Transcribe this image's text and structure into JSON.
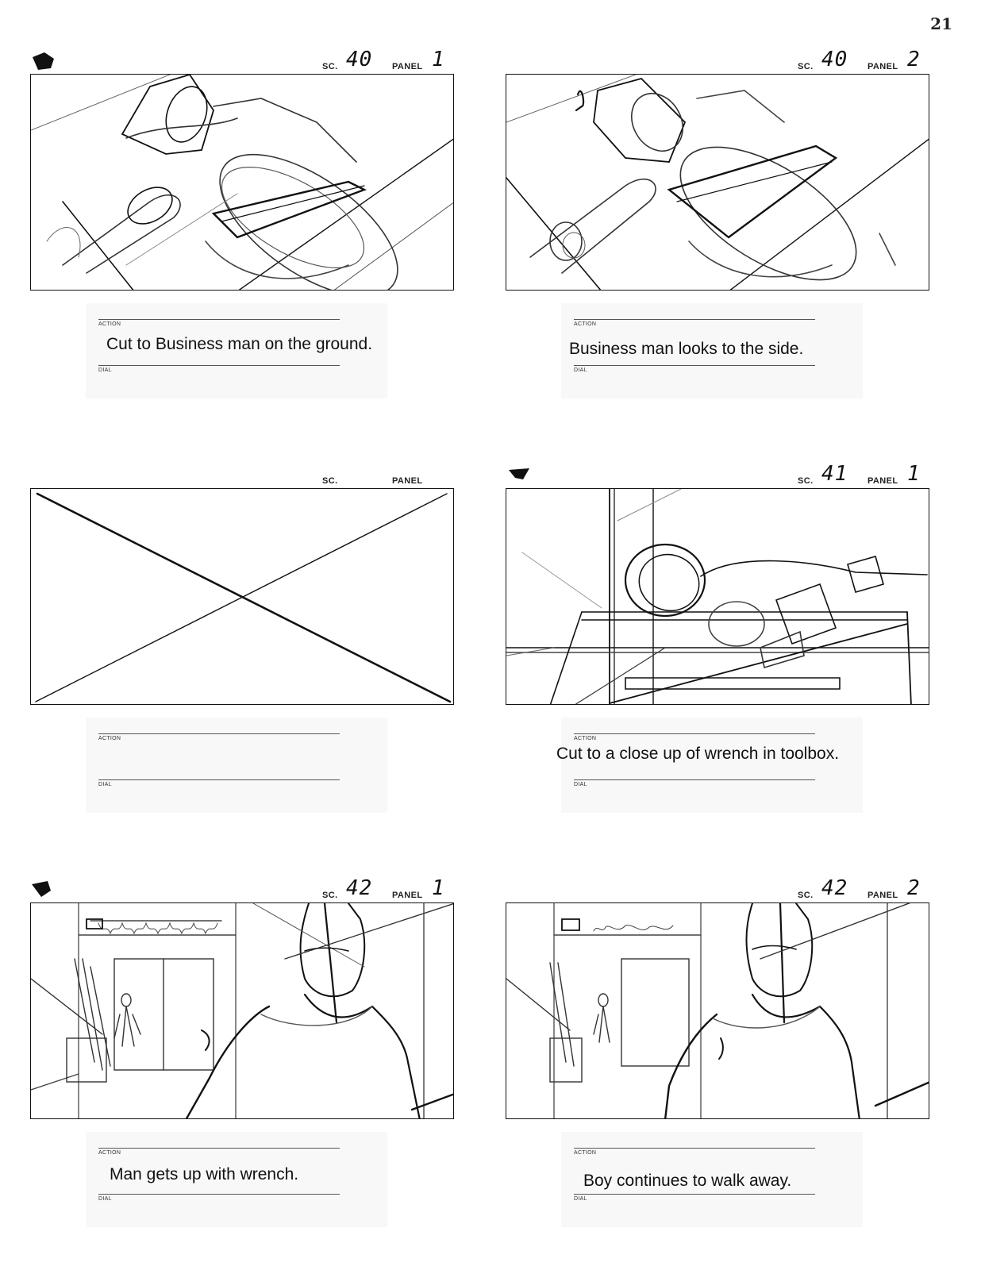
{
  "page": {
    "number": "21"
  },
  "labels": {
    "sc": "SC.",
    "panel": "PANEL",
    "action": "ACTION",
    "dial": "DIAL"
  },
  "panels": [
    {
      "scene": "40",
      "panel": "1",
      "action": "Cut to Business man on the ground.",
      "dialogue": ""
    },
    {
      "scene": "40",
      "panel": "2",
      "action": "Business man looks to the side.",
      "dialogue": ""
    },
    {
      "scene": "",
      "panel": "",
      "action": "",
      "dialogue": ""
    },
    {
      "scene": "41",
      "panel": "1",
      "action": "Cut to a close up of wrench in toolbox.",
      "dialogue": ""
    },
    {
      "scene": "42",
      "panel": "1",
      "action": "Man gets up with wrench.",
      "dialogue": ""
    },
    {
      "scene": "42",
      "panel": "2",
      "action": "Boy continues to walk away.",
      "dialogue": ""
    }
  ]
}
